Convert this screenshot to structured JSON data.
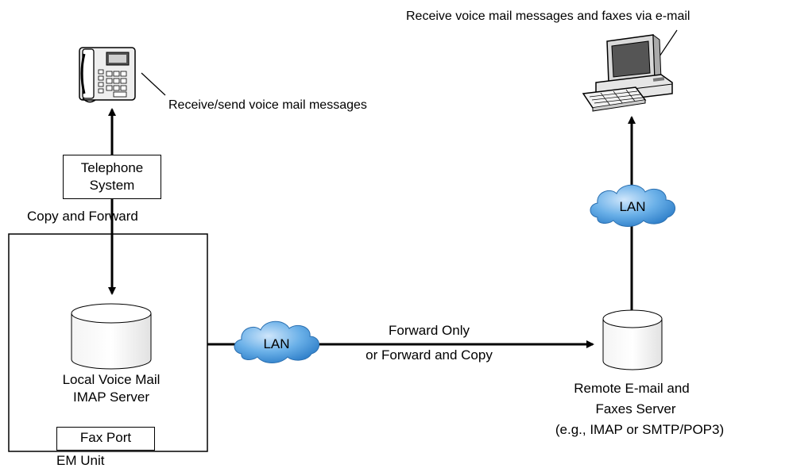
{
  "labels": {
    "computer_caption": "Receive voice mail messages and faxes via e-mail",
    "phone_caption": "Receive/send voice mail messages",
    "telephone_system": [
      "Telephone",
      "System"
    ],
    "copy_forward": "Copy and Forward",
    "local_server": [
      "Local Voice Mail",
      "IMAP Server"
    ],
    "fax_port": "Fax Port",
    "em_unit": "EM Unit",
    "lan_left": "LAN",
    "lan_right": "LAN",
    "forward_only": [
      "Forward Only",
      "or Forward and Copy"
    ],
    "remote_server": [
      "Remote E-mail and",
      "Faxes Server",
      "(e.g., IMAP or SMTP/POP3)"
    ]
  },
  "colors": {
    "cloud_fill": "#4a97d8",
    "cloud_highlight": "#a9d2f3",
    "line": "#000000"
  },
  "icons": [
    "telephone-icon",
    "computer-icon",
    "database-icon",
    "cloud-icon"
  ]
}
